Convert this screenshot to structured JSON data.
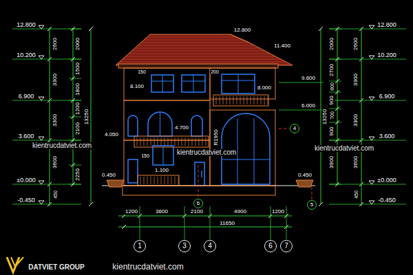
{
  "diagram": {
    "nodes": [
      {
        "text": [
          "4"
        ]
      },
      {
        "text": [
          "6"
        ]
      },
      {
        "text": [
          "5"
        ]
      },
      {
        "text": [
          "1"
        ]
      },
      {
        "text": [
          "3"
        ]
      },
      {
        "text": [
          "4"
        ]
      },
      {
        "text": [
          "6"
        ]
      },
      {
        "text": [
          "7"
        ]
      }
    ],
    "labels": [
      "12.800",
      "10.200",
      "6.900",
      "3.600",
      "±0.000",
      "-0.450",
      "2600",
      "3300",
      "3300",
      "3600",
      "450",
      "2000",
      "1500",
      "1800",
      "1200",
      "2100",
      "2250",
      "13250",
      "12.800",
      "10.200",
      "6.900",
      "3.600",
      "±0.000",
      "-0.450",
      "2600",
      "3300",
      "3300",
      "3600",
      "450",
      "2000",
      "2700",
      "600",
      "900",
      "700",
      "900",
      "3900",
      "13250",
      "12.800",
      "11.400",
      "150",
      "200",
      "8.100",
      "8.000",
      "9.600",
      "6.000",
      "4.700",
      "4.050",
      "R1950",
      "150",
      "1.100",
      "0.450",
      "0.450",
      "1200",
      "3600",
      "2100",
      "4900",
      "1200",
      "11650",
      "kientrucdatviet.com",
      "kientrucdatviet.com",
      "kientrucdatviet.com",
      "kientrucdatviet.com",
      "DATVIET GROUP"
    ]
  }
}
